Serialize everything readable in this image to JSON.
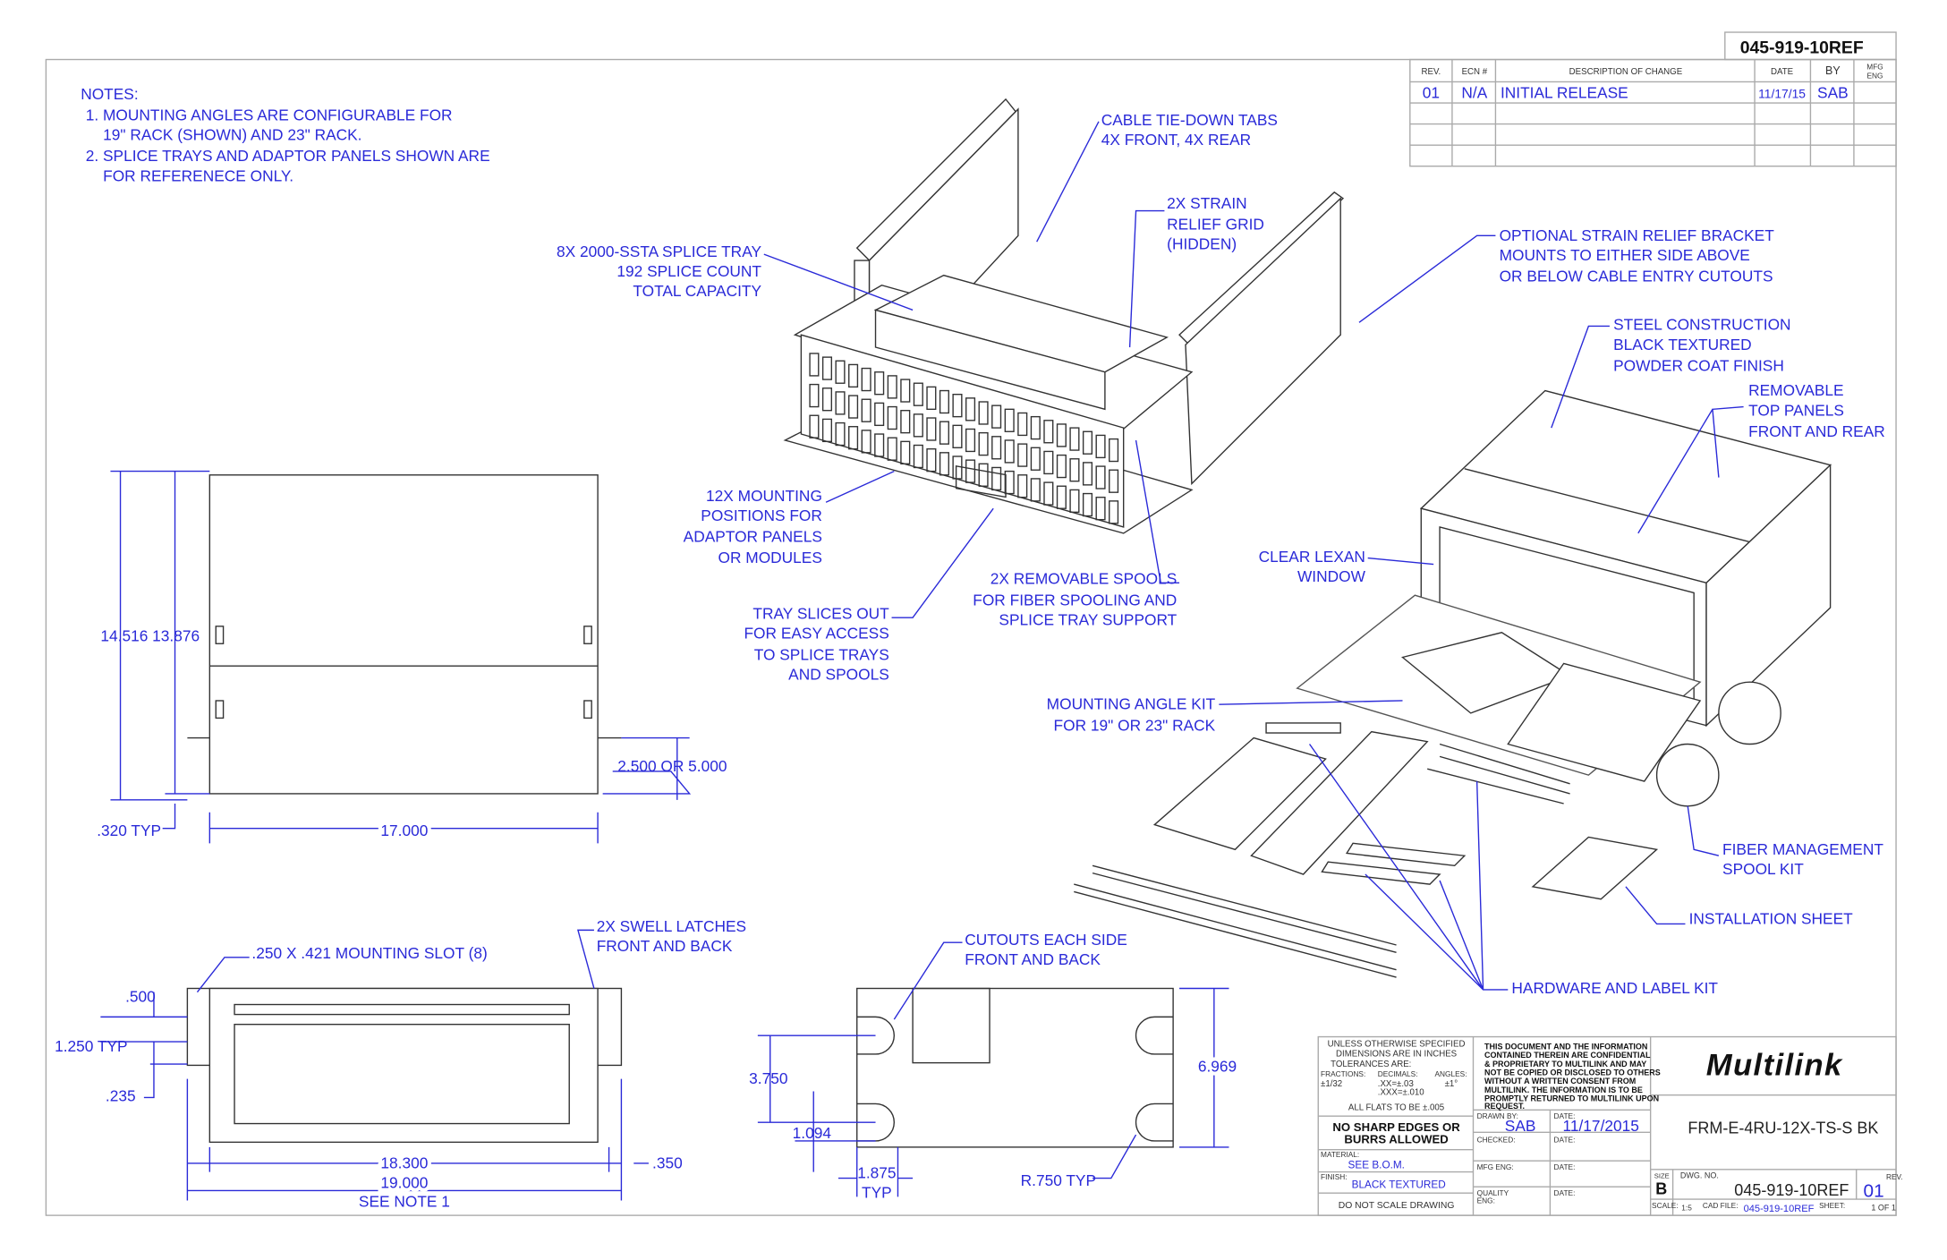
{
  "drawing_number_header": "045-919-10REF",
  "revision_table": {
    "headers": [
      "REV.",
      "ECN #",
      "DESCRIPTION OF CHANGE",
      "DATE",
      "BY",
      "MFG",
      "ENG"
    ],
    "rows": [
      {
        "rev": "01",
        "ecn": "N/A",
        "description": "INITIAL RELEASE",
        "date": "11/17/15",
        "by": "SAB"
      }
    ]
  },
  "notes": [
    "NOTES:",
    "1. MOUNTING ANGLES ARE CONFIGURABLE FOR",
    "19\" RACK (SHOWN) AND 23\" RACK.",
    "2. SPLICE TRAYS AND ADAPTOR PANELS SHOWN ARE",
    "FOR REFERENECE ONLY."
  ],
  "callouts": {
    "cable_tie": [
      "CABLE TIE-DOWN TABS",
      "4X FRONT, 4X REAR"
    ],
    "strain_grid": [
      "2X STRAIN",
      "RELIEF GRID",
      "(HIDDEN)"
    ],
    "splice_tray": [
      "8X 2000-SSTA SPLICE TRAY",
      "192 SPLICE COUNT",
      "TOTAL CAPACITY"
    ],
    "strain_bracket": [
      "OPTIONAL STRAIN RELIEF BRACKET",
      "MOUNTS TO EITHER SIDE ABOVE",
      "OR BELOW CABLE ENTRY CUTOUTS"
    ],
    "steel": [
      "STEEL CONSTRUCTION",
      "BLACK TEXTURED",
      "POWDER COAT FINISH"
    ],
    "top_panels": [
      "REMOVABLE",
      "TOP PANELS",
      "FRONT AND REAR"
    ],
    "mounting_positions": [
      "12X MOUNTING",
      "POSITIONS FOR",
      "ADAPTOR PANELS",
      "OR MODULES"
    ],
    "lexan": [
      "CLEAR LEXAN",
      "WINDOW"
    ],
    "spools": [
      "2X REMOVABLE SPOOLS",
      "FOR FIBER SPOOLING AND",
      "SPLICE TRAY SUPPORT"
    ],
    "tray_slides": [
      "TRAY SLICES OUT",
      "FOR EASY ACCESS",
      "TO SPLICE TRAYS",
      "AND SPOOLS"
    ],
    "angle_kit": [
      "MOUNTING ANGLE KIT",
      "FOR 19\" OR 23\" RACK"
    ],
    "spool_kit": [
      "FIBER MANAGEMENT",
      "SPOOL KIT"
    ],
    "install_sheet": "INSTALLATION SHEET",
    "hardware_kit": "HARDWARE AND LABEL KIT",
    "swell_latches": [
      "2X SWELL LATCHES",
      "FRONT AND BACK"
    ],
    "mounting_slot": ".250 X .421 MOUNTING SLOT (8)",
    "cutouts": [
      "CUTOUTS EACH SIDE",
      "FRONT AND BACK"
    ]
  },
  "dimensions": {
    "depth": "14.516 13.876",
    "typ320": ".320 TYP",
    "width17": "17.000",
    "latch_pos": "2.500 OR 5.000",
    "d500": ".500",
    "d1250": "1.250 TYP",
    "d235": ".235",
    "d18300": "18.300",
    "d19000": "19.000",
    "see_note": "SEE NOTE 1",
    "d350": ".350",
    "d3750": "3.750",
    "d1094": "1.094",
    "d1875": [
      "1.875",
      "TYP"
    ],
    "r750": "R.750 TYP",
    "d6969": "6.969"
  },
  "title_block": {
    "tolerances": [
      "UNLESS OTHERWISE SPECIFIED",
      "DIMENSIONS ARE IN INCHES",
      "TOLERANCES ARE:"
    ],
    "tol_labels": [
      "FRACTIONS:",
      "DECIMALS:",
      "ANGLES:"
    ],
    "tol_values": [
      "±1/32",
      ".XX=±.03",
      ".XXX=±.010",
      "±1°"
    ],
    "flats": "ALL FLATS TO BE ±.005",
    "no_sharp": [
      "NO SHARP EDGES OR",
      "BURRS ALLOWED"
    ],
    "material_label": "MATERIAL:",
    "material": "SEE B.O.M.",
    "finish_label": "FINISH:",
    "finish": "BLACK TEXTURED",
    "do_not_scale": "DO NOT SCALE DRAWING",
    "confidential": [
      "THIS DOCUMENT AND THE INFORMATION",
      "CONTAINED THEREIN ARE CONFIDENTIAL",
      "& PROPRIETARY TO MULTILINK AND MAY",
      "NOT BE COPIED OR DISCLOSED TO OTHERS",
      "WITHOUT A WRITTEN CONSENT FROM",
      "MULTILINK. THE INFORMATION IS TO BE",
      "PROMPTLY RETURNED TO MULTILINK UPON",
      "REQUEST."
    ],
    "drawn_by_label": "DRAWN BY:",
    "drawn_by": "SAB",
    "date_label": "DATE:",
    "drawn_date": "11/17/2015",
    "checked_label": "CHECKED:",
    "mfg_eng_label": "MFG ENG:",
    "quality_label": [
      "QUALITY",
      "ENG:"
    ],
    "logo": "Multilink",
    "part_number": "FRM-E-4RU-12X-TS-S BK",
    "size_label": "SIZE",
    "size": "B",
    "dwg_no_label": "DWG. NO.",
    "dwg_no": "045-919-10REF",
    "rev_label": "REV.",
    "rev": "01",
    "scale_label": "SCALE:",
    "scale": "1:5",
    "cad_label": "CAD FILE:",
    "cad_file": "045-919-10REF",
    "sheet_label": "SHEET:",
    "sheet": "1 OF 1"
  }
}
